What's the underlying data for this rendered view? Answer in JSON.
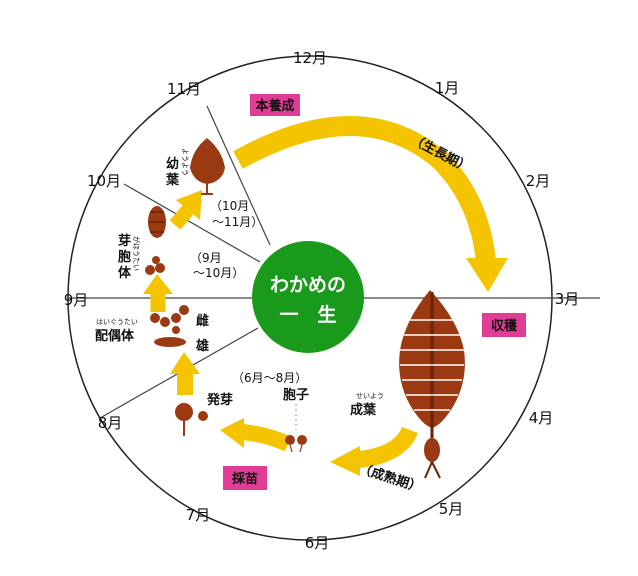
{
  "center": {
    "line1": "わかめの",
    "line2": "一　生",
    "color": "#1a9a1a"
  },
  "months": {
    "m12": "12月",
    "m1": "1月",
    "m2": "2月",
    "m3": "3月",
    "m4": "4月",
    "m5": "5月",
    "m6": "6月",
    "m7": "7月",
    "m8": "8月",
    "m9": "9月",
    "m10": "10月",
    "m11": "11月"
  },
  "badges": {
    "honyousei": "本養成",
    "shukaku": "収穫",
    "saibyou": "採苗",
    "color": "#e23d96"
  },
  "periods": {
    "growth": "（生長期）",
    "maturity": "（成熟期）",
    "jun_aug": "（6月〜8月）",
    "sep_oct_a": "（9月",
    "sep_oct_b": "〜10月）",
    "oct_nov_a": "（10月",
    "oct_nov_b": "〜11月）"
  },
  "stages": {
    "youyou": "幼葉",
    "youyou_ruby": "ようよう",
    "gahoutai": "芽胞体",
    "gahoutai_ruby": "がほうたい",
    "haiguutai": "配偶体",
    "haiguutai_ruby": "はいぐうたい",
    "female": "雌",
    "male": "雄",
    "hatsuga": "発芽",
    "houshi": "胞子",
    "seiyou": "成葉",
    "seiyou_ruby": "せいよう"
  },
  "colors": {
    "arrow": "#f5c400",
    "seaweed": "#9b3a12",
    "seaweed_dark": "#6a2208"
  }
}
